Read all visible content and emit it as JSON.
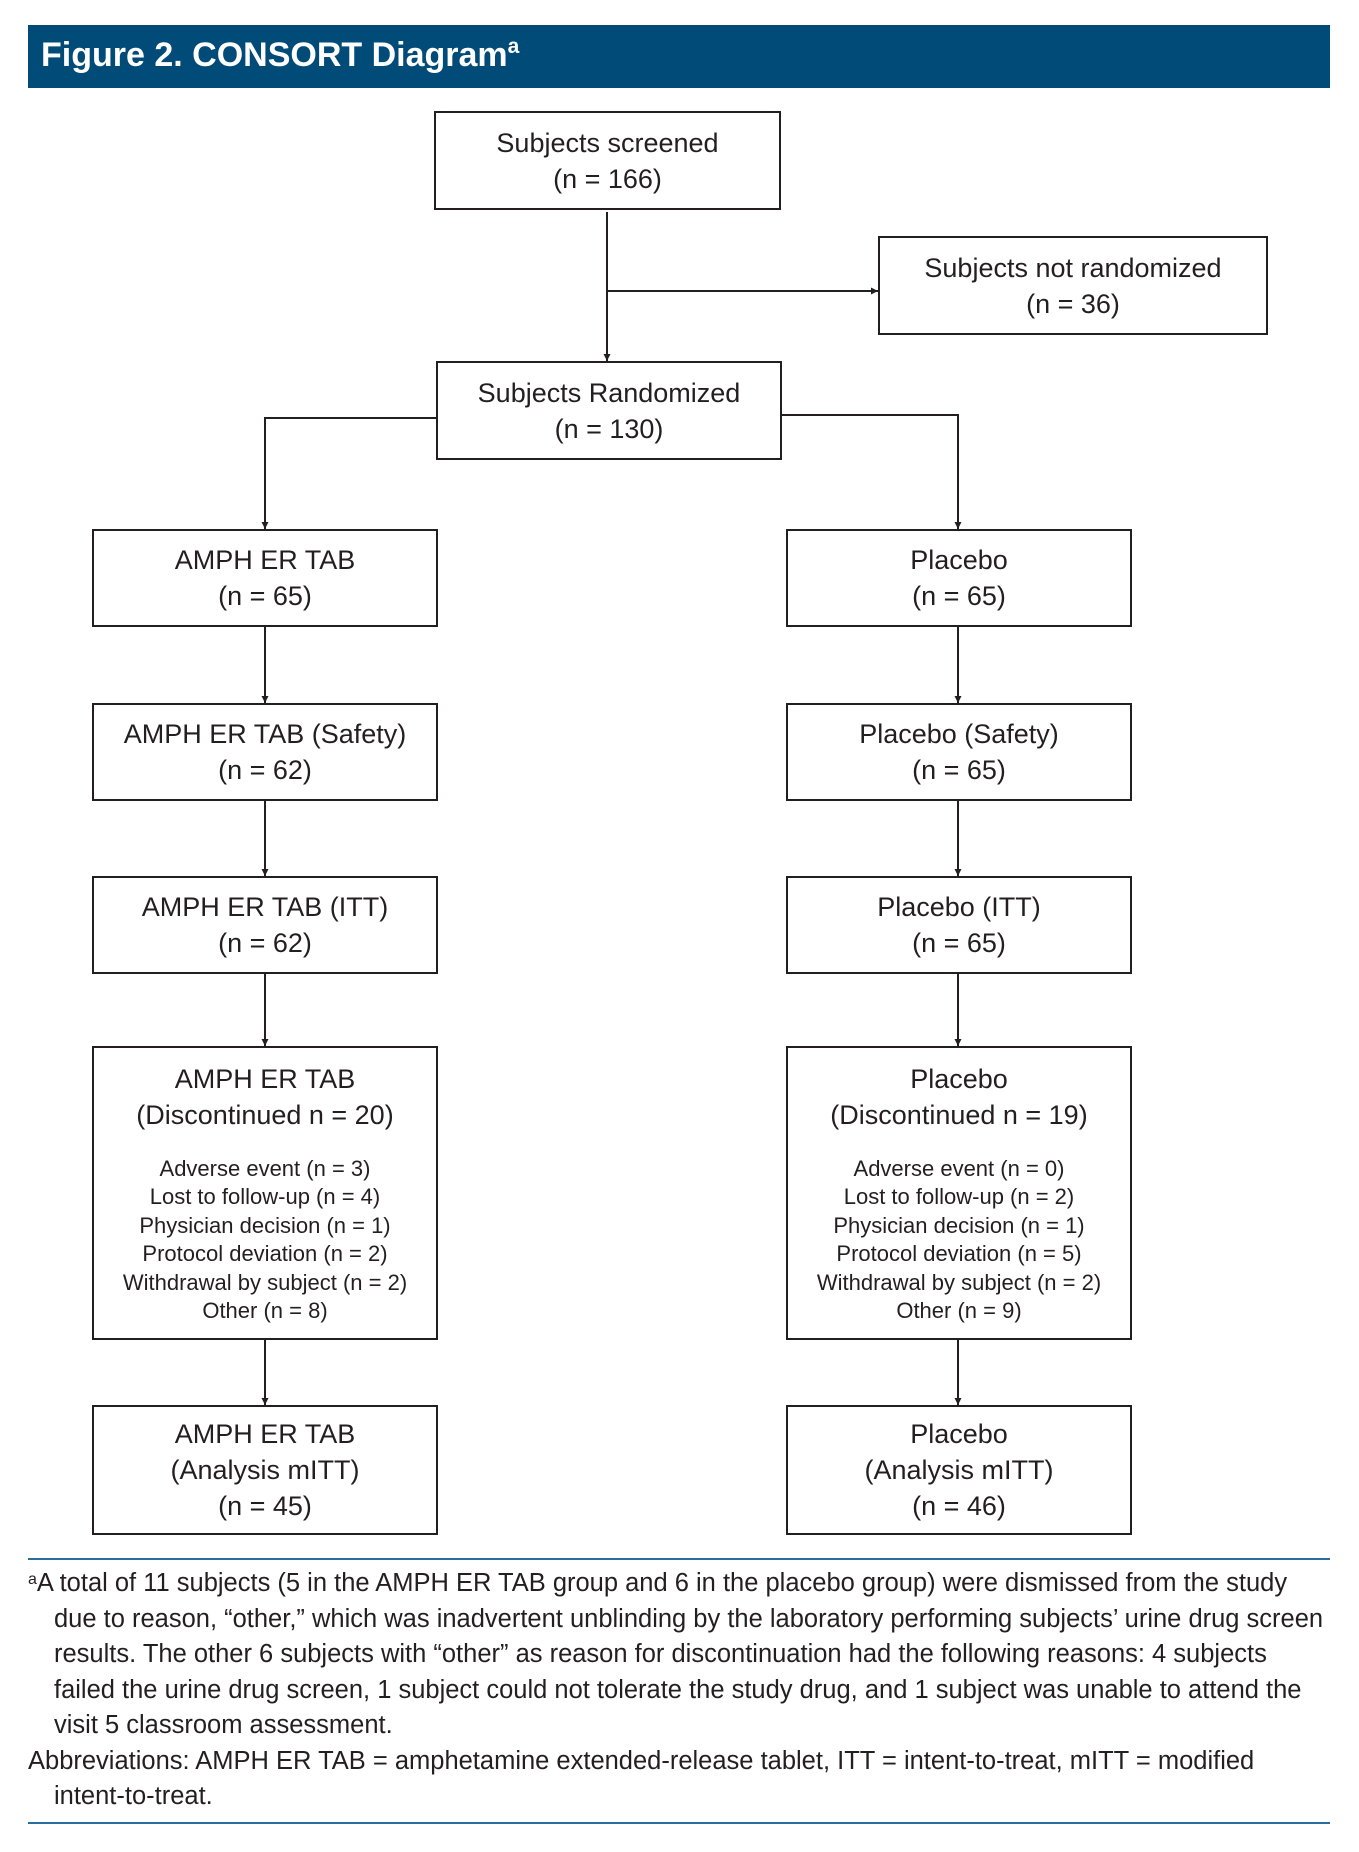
{
  "figure": {
    "title": "Figure 2. CONSORT Diagram",
    "title_superscript": "a",
    "header_color": "#004b78"
  },
  "boxes": {
    "screened": {
      "title": "Subjects screened",
      "count": "(n = 166)"
    },
    "not_randomized": {
      "title": "Subjects not randomized",
      "count": "(n = 36)"
    },
    "randomized": {
      "title": "Subjects Randomized",
      "count": "(n = 130)"
    },
    "amph": {
      "allocated": {
        "title": "AMPH ER TAB",
        "count": "(n = 65)"
      },
      "safety": {
        "title": "AMPH ER TAB (Safety)",
        "count": "(n = 62)"
      },
      "itt": {
        "title": "AMPH ER TAB (ITT)",
        "count": "(n = 62)"
      },
      "discontinued": {
        "title": "AMPH ER TAB",
        "count": "(Discontinued n = 20)",
        "reasons": [
          "Adverse event (n = 3)",
          "Lost to follow-up (n = 4)",
          "Physician decision (n = 1)",
          "Protocol deviation (n = 2)",
          "Withdrawal by subject (n = 2)",
          "Other (n = 8)"
        ]
      },
      "analysis": {
        "title": "AMPH ER TAB",
        "subtitle": "(Analysis mITT)",
        "count": "(n = 45)"
      }
    },
    "placebo": {
      "allocated": {
        "title": "Placebo",
        "count": "(n = 65)"
      },
      "safety": {
        "title": "Placebo (Safety)",
        "count": "(n = 65)"
      },
      "itt": {
        "title": "Placebo (ITT)",
        "count": "(n = 65)"
      },
      "discontinued": {
        "title": "Placebo",
        "count": "(Discontinued n = 19)",
        "reasons": [
          "Adverse event (n = 0)",
          "Lost to follow-up (n = 2)",
          "Physician decision (n = 1)",
          "Protocol deviation (n = 5)",
          "Withdrawal by subject (n = 2)",
          "Other (n = 9)"
        ]
      },
      "analysis": {
        "title": "Placebo",
        "subtitle": "(Analysis mITT)",
        "count": "(n = 46)"
      }
    }
  },
  "footnote": {
    "marker": "a",
    "text": "A total of 11 subjects (5 in the AMPH ER TAB group and 6 in the placebo group) were dismissed from the study due to reason, “other,” which was inadvertent unblinding by the laboratory performing subjects’ urine drug screen results. The other 6 subjects with “other” as reason for discontinuation had the following reasons: 4 subjects failed the urine drug screen, 1 subject could not tolerate the study drug, and 1 subject was unable to attend the visit 5 classroom assessment.",
    "abbreviations": "Abbreviations: AMPH ER TAB = amphetamine extended-release tablet, ITT = intent-to-treat, mITT = modified intent-to-treat.",
    "rule_color": "#2a6f9c"
  }
}
